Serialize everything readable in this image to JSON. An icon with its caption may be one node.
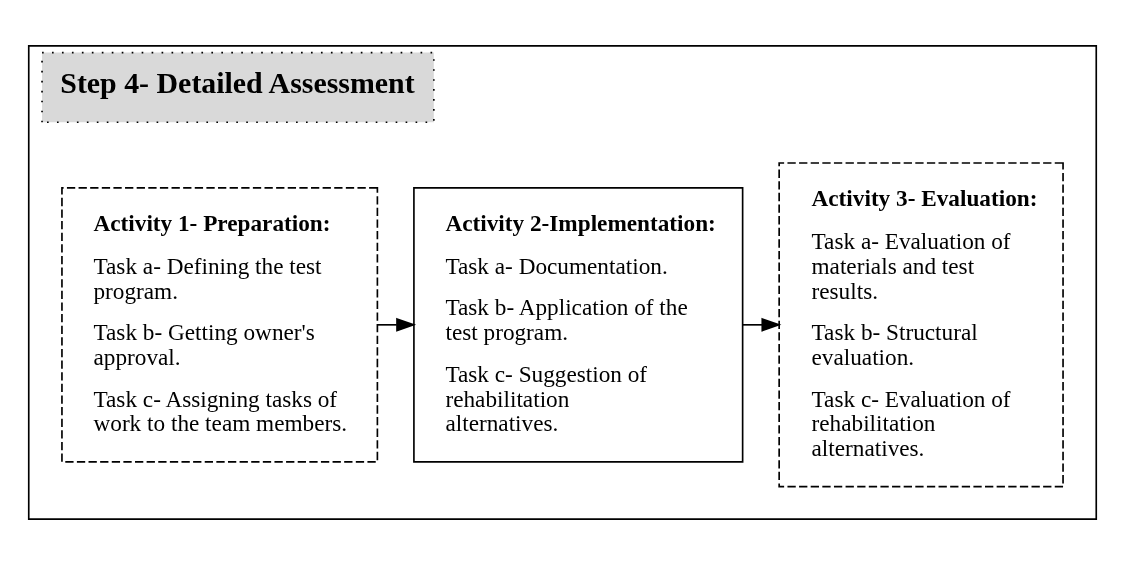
{
  "diagram": {
    "nodes": [
      {
        "text": [
          "Step 4- Detailed Assessment"
        ]
      },
      {
        "text": [
          "Activity 1- Preparation:",
          "Task a- Defining the test program.",
          "Task b- Getting owner's approval.",
          "Task c- Assigning tasks of work to the team members."
        ],
        "in": 0
      },
      {
        "text": [
          "Activity 2-Implementation:",
          "Task a- Documentation.",
          "Task b- Application of the test program.",
          "Task c- Suggestion of rehabilitation alternatives."
        ],
        "in": 0
      },
      {
        "text": [
          "Activity 3- Evaluation:",
          "Task a- Evaluation of materials and test results.",
          "Task b- Structural evaluation.",
          "Task c- Evaluation of rehabilitation alternatives."
        ],
        "in": 0
      }
    ],
    "edges": [
      {
        "from": 1,
        "to": 2,
        "arrow": "to"
      },
      {
        "from": 2,
        "to": 3,
        "arrow": "to"
      }
    ]
  }
}
